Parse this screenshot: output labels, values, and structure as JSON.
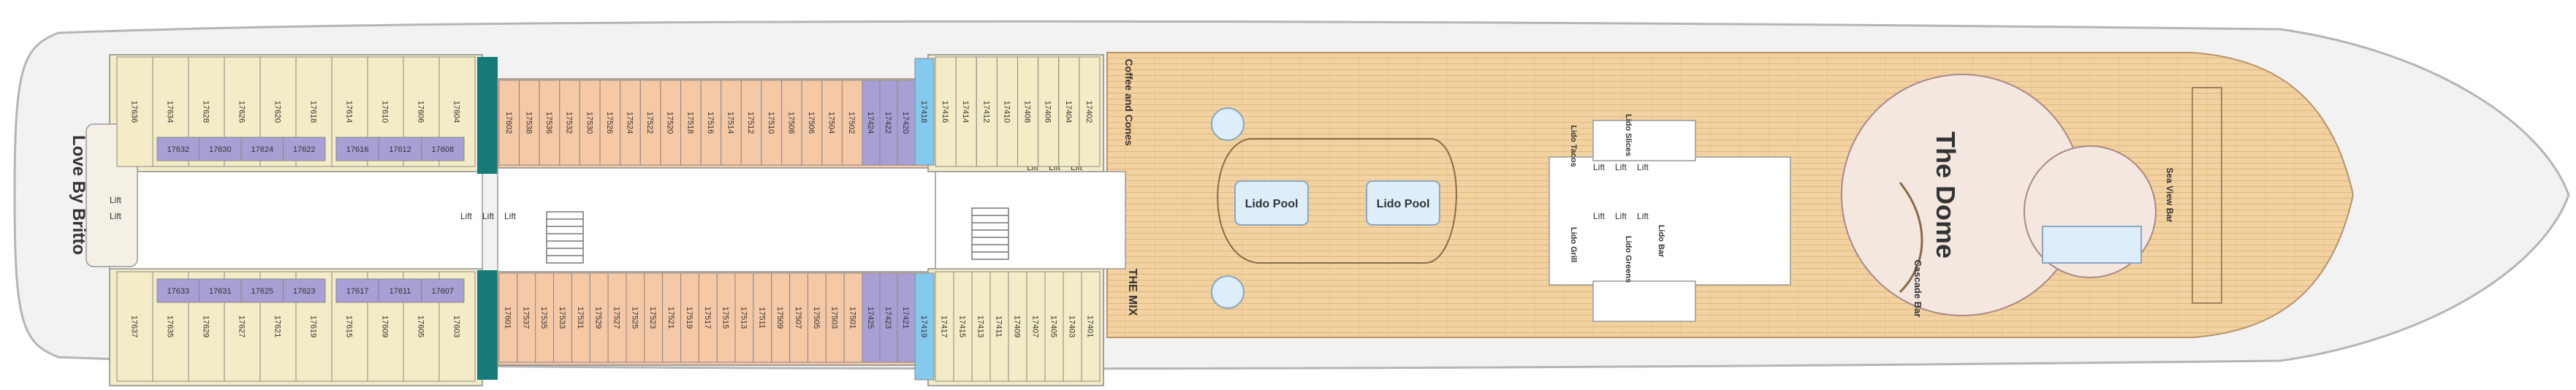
{
  "deck": {
    "venues": {
      "love_by_britto": "Love By Britto",
      "coffee_cones": "Coffee and Cones",
      "the_mix": "THE MIX",
      "lido_pool_1": "Lido Pool",
      "lido_pool_2": "Lido Pool",
      "lido_slices": "Lido Slices",
      "lido_tacos": "Lido Tacos",
      "lido_grill": "Lido Grill",
      "lido_greens": "Lido Greens",
      "lido_bar": "Lido Bar",
      "the_dome": "The Dome",
      "cascade_bar": "Cascade Bar",
      "sea_view_bar": "Sea View Bar"
    },
    "lift_label": "Lift",
    "colors": {
      "hull": "#f2f2f2",
      "stateroom_yellow": "#f3ecc6",
      "stateroom_orange": "#f5c8a6",
      "stateroom_purple": "#a89fd4",
      "stateroom_blue": "#86c9ee",
      "stateroom_teal": "#157a78",
      "deck_wood": "#f2d2a0",
      "dome_floor": "#f3e7e0",
      "pool_water": "#ddeefa"
    },
    "cabins": {
      "fwd_top": [
        "17636",
        "17634",
        "17628",
        "17626",
        "17620",
        "17618",
        "17614",
        "17610",
        "17606",
        "17604"
      ],
      "fwd_bottom": [
        "17637",
        "17635",
        "17629",
        "17627",
        "17621",
        "17619",
        "17615",
        "17609",
        "17605",
        "17603"
      ],
      "interior_top_a": [
        "17632",
        "17630",
        "17624",
        "17622"
      ],
      "interior_top_b": [
        "17616",
        "17612",
        "17608"
      ],
      "interior_bot_a": [
        "17633",
        "17631",
        "17625",
        "17623"
      ],
      "interior_bot_b": [
        "17617",
        "17611",
        "17607"
      ],
      "mid_top_orange": [
        "17602",
        "17538",
        "17536",
        "17532",
        "17530",
        "17526",
        "17524",
        "17522",
        "17520",
        "17518",
        "17516",
        "17514",
        "17512",
        "17510",
        "17508",
        "17506",
        "17504",
        "17502"
      ],
      "mid_top_purple": [
        "17424",
        "17422",
        "17420"
      ],
      "mid_top_blue": [
        "17418"
      ],
      "mid_bot_orange": [
        "17601",
        "17537",
        "17535",
        "17533",
        "17531",
        "17529",
        "17527",
        "17525",
        "17523",
        "17521",
        "17519",
        "17517",
        "17515",
        "17513",
        "17511",
        "17509",
        "17507",
        "17505",
        "17503",
        "17501"
      ],
      "mid_bot_purple": [
        "17425",
        "17423",
        "17421"
      ],
      "mid_bot_blue": [
        "17419"
      ],
      "aft_top": [
        "17416",
        "17414",
        "17412",
        "17410",
        "17408",
        "17406",
        "17404",
        "17402"
      ],
      "aft_bottom": [
        "17417",
        "17415",
        "17413",
        "17411",
        "17409",
        "17407",
        "17405",
        "17403",
        "17401"
      ]
    }
  }
}
